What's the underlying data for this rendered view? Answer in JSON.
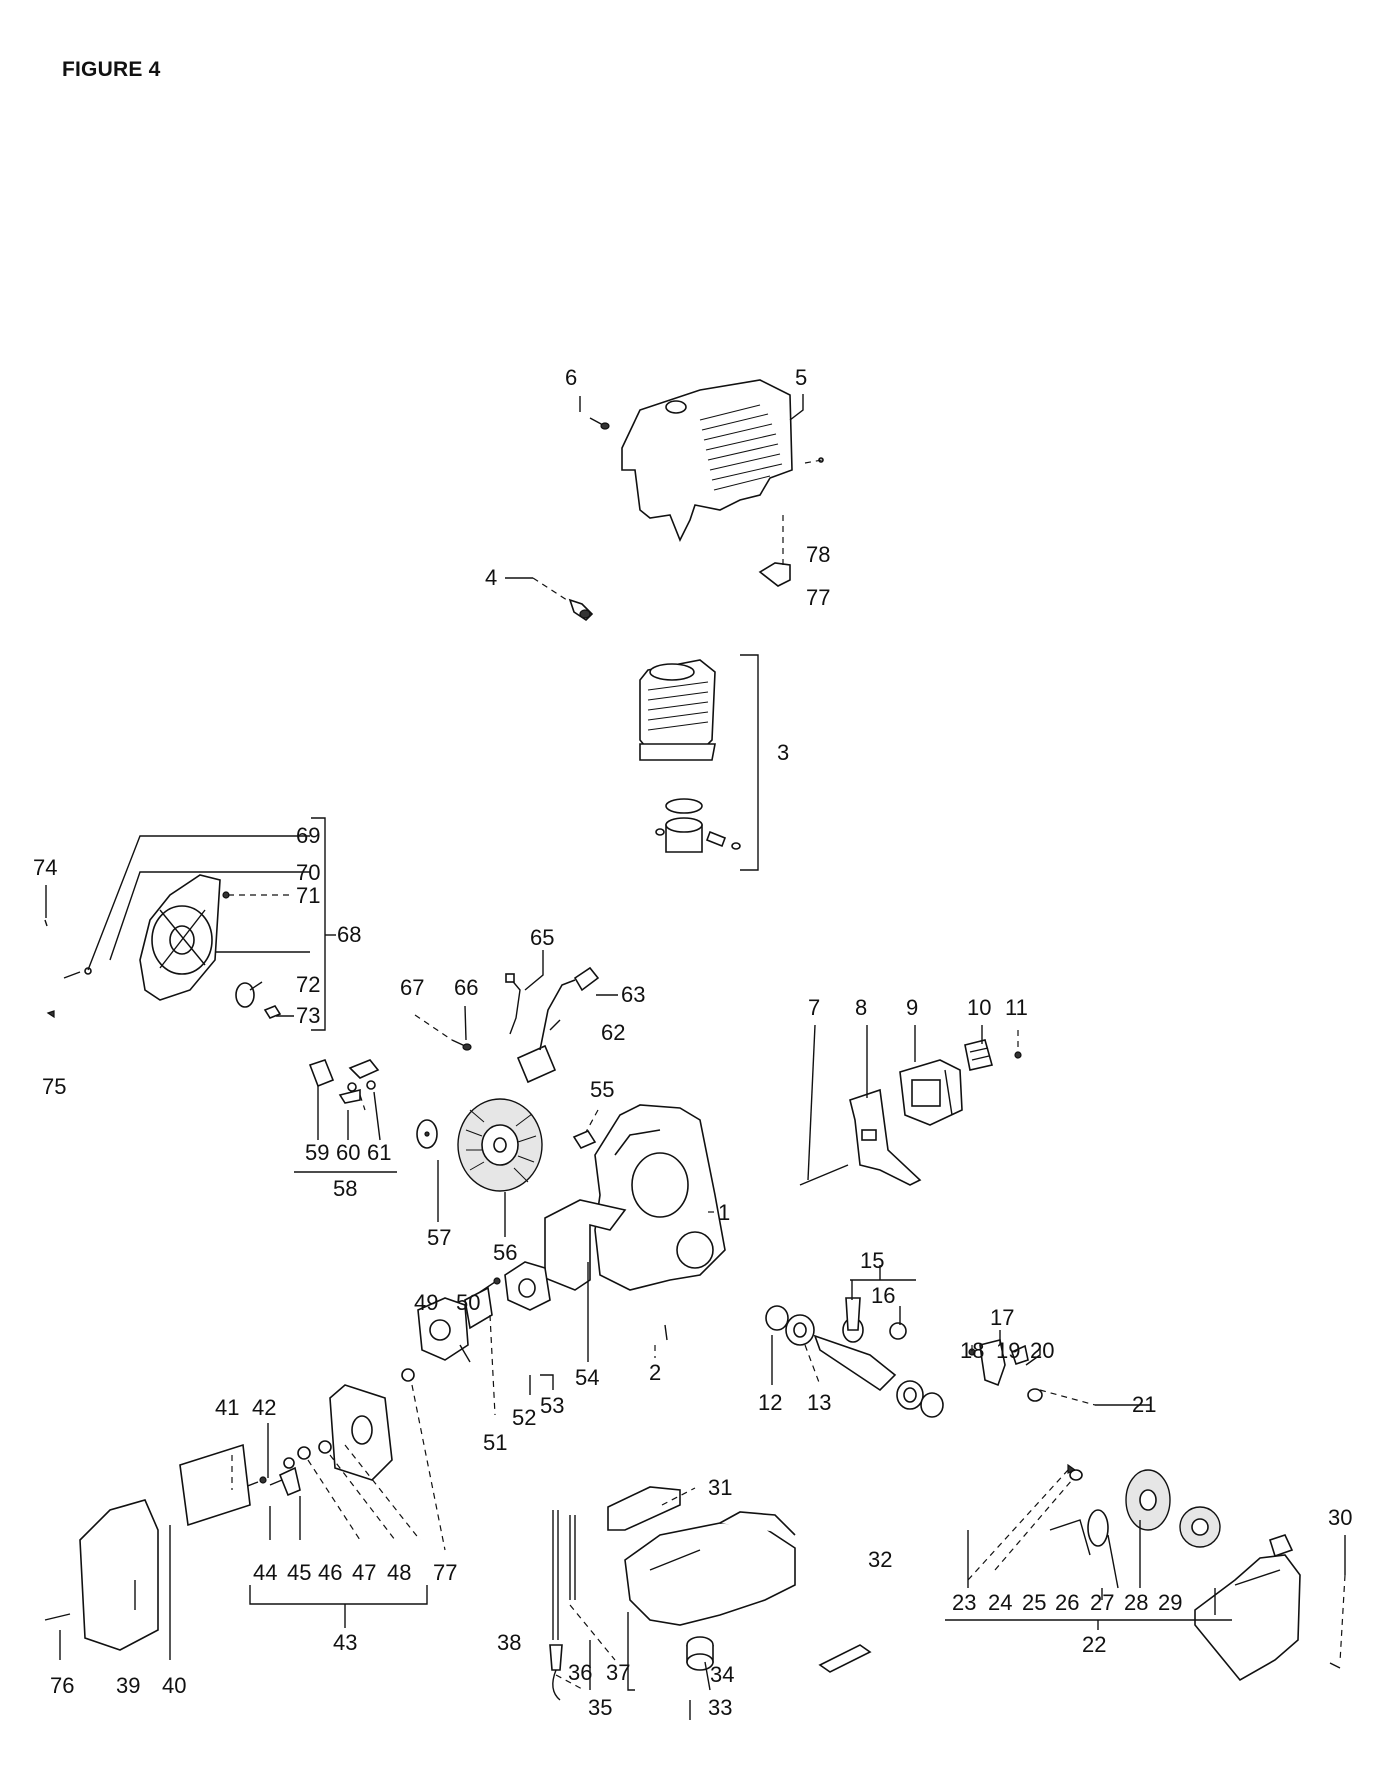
{
  "title": "FIGURE 4",
  "callouts": [
    "1",
    "2",
    "3",
    "4",
    "5",
    "6",
    "7",
    "8",
    "9",
    "10",
    "11",
    "12",
    "13",
    "15",
    "16",
    "17",
    "18",
    "19",
    "20",
    "21",
    "22",
    "23",
    "24",
    "25",
    "26",
    "27",
    "28",
    "29",
    "30",
    "31",
    "32",
    "33",
    "34",
    "35",
    "36",
    "37",
    "38",
    "39",
    "40",
    "41",
    "42",
    "43",
    "44",
    "45",
    "46",
    "47",
    "48",
    "49",
    "50",
    "51",
    "52",
    "53",
    "54",
    "55",
    "56",
    "57",
    "58",
    "59",
    "60",
    "61",
    "62",
    "63",
    "65",
    "66",
    "67",
    "68",
    "69",
    "70",
    "71",
    "72",
    "73",
    "74",
    "75",
    "76",
    "77",
    "77",
    "78"
  ]
}
